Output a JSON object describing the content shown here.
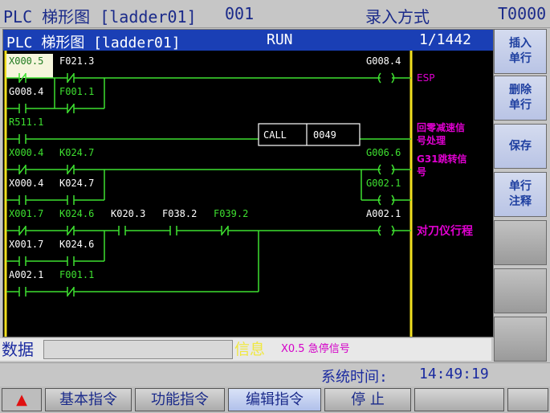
{
  "top_bar": {
    "title": "PLC 梯形图 [ladder01]",
    "program_no": "001",
    "mode": "录入方式",
    "tool": "T0000"
  },
  "ladder": {
    "header_title": "PLC 梯形图 [ladder01]",
    "header_state": "RUN",
    "header_page": "1/1442",
    "rows": {
      "r1": {
        "c1": "X000.5",
        "c2": "F021.3",
        "coil": "G008.4",
        "comment": "ESP"
      },
      "r2": {
        "c1": "G008.4",
        "c2": "F001.1"
      },
      "r3": {
        "c1": "R511.1",
        "call": "CALL",
        "call_arg": "0049",
        "comment_a": "回零减速信",
        "comment_b": "号处理"
      },
      "r4": {
        "c1": "X000.4",
        "c2": "K024.7",
        "coil": "G006.6",
        "comment_a": "G31跳转信",
        "comment_b": "号"
      },
      "r5": {
        "c1": "X000.4",
        "c2": "K024.7",
        "coil": "G002.1"
      },
      "r6": {
        "c1": "X001.7",
        "c2": "K024.6",
        "c3": "K020.3",
        "c4": "F038.2",
        "c5": "F039.2",
        "coil": "A002.1",
        "comment": "对刀仪行程"
      },
      "r7": {
        "c1": "X001.7",
        "c2": "K024.6"
      },
      "r8": {
        "c1": "A002.1",
        "c2": "F001.1"
      }
    }
  },
  "side_buttons": [
    {
      "line1": "插入",
      "line2": "单行"
    },
    {
      "line1": "删除",
      "line2": "单行"
    },
    {
      "line1": "保存",
      "line2": ""
    },
    {
      "line1": "单行",
      "line2": "注释"
    }
  ],
  "data_row": {
    "data_label": "数据",
    "info_label": "信息",
    "info_text": "X0.5 急停信号"
  },
  "status": {
    "time_label": "系统时间:",
    "time_value": "14:49:19"
  },
  "fkeys": [
    {
      "label": "▲"
    },
    {
      "label": "基本指令"
    },
    {
      "label": "功能指令"
    },
    {
      "label": "编辑指令"
    },
    {
      "label": "停 止"
    }
  ],
  "colors": {
    "rail": "#f2e020",
    "wire": "#3ee030",
    "highlight": "#f5f5dc",
    "label_white": "#ffffff",
    "label_green": "#3ee030",
    "comment": "#e000d0"
  }
}
